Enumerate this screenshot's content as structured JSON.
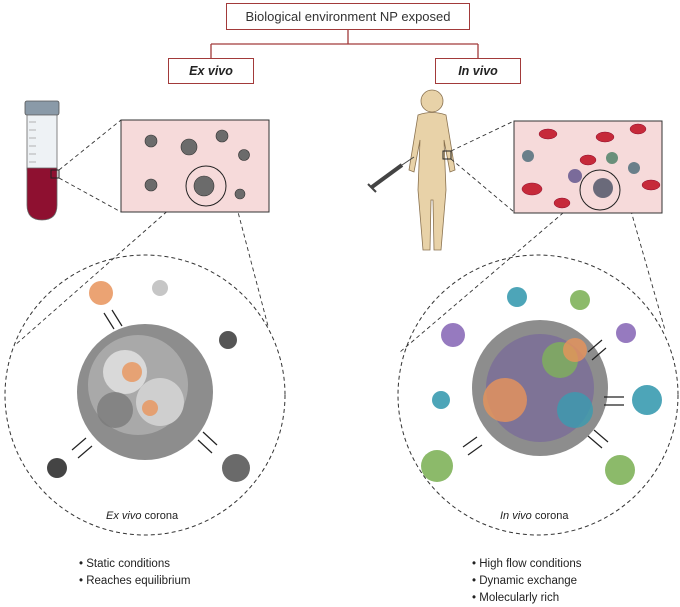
{
  "title": "Biological environment NP exposed",
  "left": {
    "label": "Ex vivo",
    "corona_caption_italic": "Ex vivo",
    "corona_caption_rest": " corona",
    "bullets": [
      "Static conditions",
      "Reaches equilibrium"
    ]
  },
  "right": {
    "label": "In vivo",
    "corona_caption_italic": "In vivo",
    "corona_caption_rest": " corona",
    "bullets": [
      "High flow conditions",
      "Dynamic exchange",
      "Molecularly rich"
    ]
  },
  "colors": {
    "accent": "#a23a3a",
    "blood": "#8e1030",
    "panel": "#f6dada",
    "protein_gray": "#666666",
    "protein_orange": "#e8935a",
    "protein_purple": "#8b6bb8",
    "protein_teal": "#3a9bb0",
    "protein_green": "#7fb25a"
  }
}
